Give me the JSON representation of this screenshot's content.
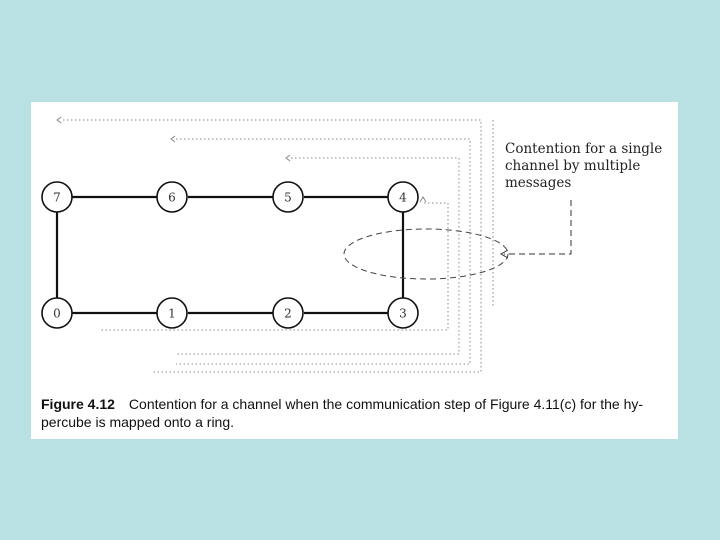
{
  "diagram": {
    "nodes": [
      {
        "id": "7",
        "label": "7"
      },
      {
        "id": "6",
        "label": "6"
      },
      {
        "id": "5",
        "label": "5"
      },
      {
        "id": "4",
        "label": "4"
      },
      {
        "id": "0",
        "label": "0"
      },
      {
        "id": "1",
        "label": "1"
      },
      {
        "id": "2",
        "label": "2"
      },
      {
        "id": "3",
        "label": "3"
      }
    ],
    "annotation": {
      "lines": [
        "Contention for a single",
        "channel by multiple",
        "messages"
      ]
    }
  },
  "caption": {
    "figure_number": "Figure 4.12",
    "line1": "Contention for a channel when the communication step of Figure 4.11(c) for the hy-",
    "line2": "percube is mapped onto a ring."
  }
}
